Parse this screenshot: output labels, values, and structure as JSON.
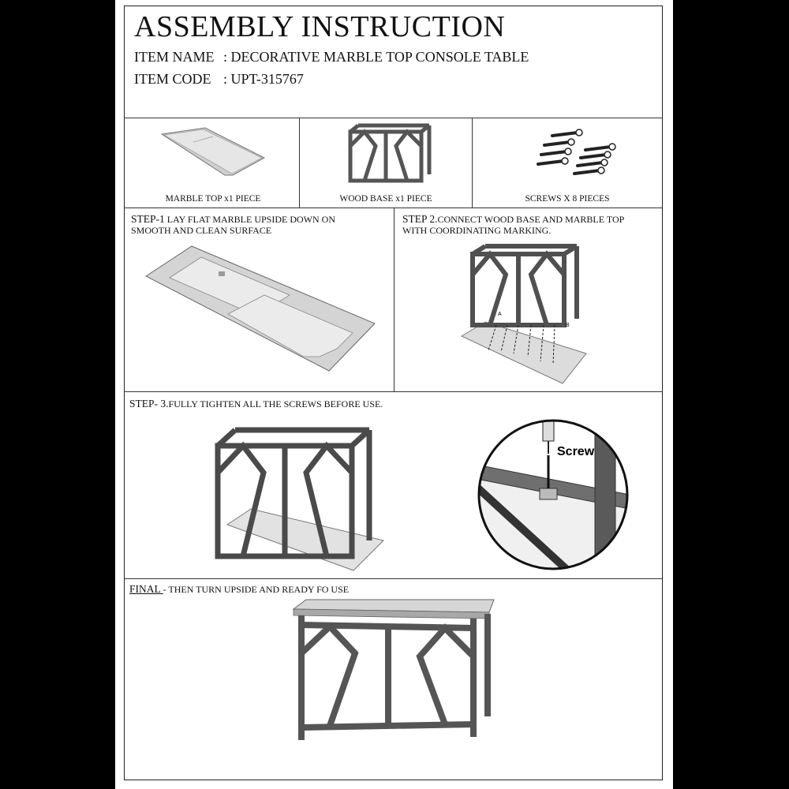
{
  "header": {
    "title": "ASSEMBLY INSTRUCTION",
    "item_name_label": "ITEM NAME",
    "item_name_value": ": DECORATIVE MARBLE TOP CONSOLE TABLE",
    "item_code_label": "ITEM CODE",
    "item_code_value": ": UPT-315767"
  },
  "parts": [
    {
      "caption": "MARBLE  TOP x1 PIECE"
    },
    {
      "caption": "WOOD BASE x1 PIECE"
    },
    {
      "caption": "SCREWS  X 8 PIECES"
    }
  ],
  "steps": {
    "step1_num": "STEP-1",
    "step1_text": " LAY FLAT MARBLE UPSIDE DOWN ON",
    "step1_text2": "SMOOTH AND CLEAN SURFACE",
    "step2_num": "STEP 2.",
    "step2_text": "CONNECT WOOD BASE AND MARBLE TOP",
    "step2_text2": "WITH COORDINATING MARKING.",
    "step3_num": "STEP- 3.",
    "step3_text": "FULLY TIGHTEN ALL THE SCREWS BEFORE USE.",
    "final_label": "FINAL ",
    "final_text": "- THEN TURN UPSIDE AND READY FO USE"
  },
  "callout": {
    "screw_label": "Screw"
  },
  "markings": {
    "a": "A",
    "b": "B"
  },
  "colors": {
    "wood": "#6d6d6d",
    "wood_dark": "#3d3d3d",
    "marble": "#d9d9d9"
  }
}
